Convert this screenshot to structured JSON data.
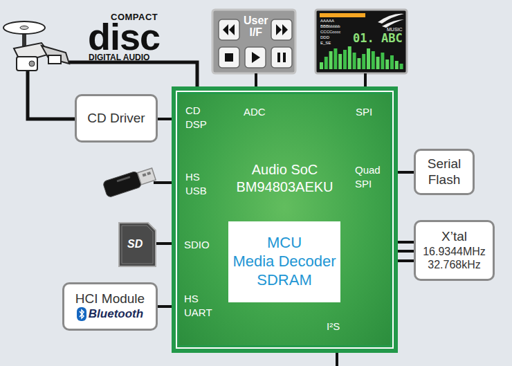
{
  "diagram": {
    "nodes": [
      {
        "text": [
          "User I/F"
        ]
      },
      {
        "text": [
          "AAAAA",
          "BBBbbbbb",
          "CCCCcccc",
          "DDD",
          "E_SE",
          "MUSIC",
          "01. ABC"
        ]
      },
      {
        "text": [
          "CD Driver"
        ]
      },
      {
        "text": [
          "Audio SoC",
          "BM94803AEKU"
        ]
      },
      {
        "text": [
          "MCU",
          "Media Decoder",
          "SDRAM"
        ],
        "in": 3
      },
      {
        "text": [
          "Serial Flash"
        ]
      },
      {
        "text": [
          "X’tal",
          "16.9344MHz",
          "32.768kHz"
        ]
      },
      {
        "text": [
          "HCI Module",
          "Bluetooth"
        ]
      }
    ],
    "edges": [
      {
        "from": 2,
        "to": 3,
        "arrow": "none"
      },
      {
        "from": 0,
        "to": 3,
        "arrow": "none"
      },
      {
        "from": 1,
        "to": 3,
        "arrow": "none"
      },
      {
        "from": 5,
        "to": 3,
        "arrow": "none"
      },
      {
        "from": 6,
        "to": 3,
        "arrow": "none"
      },
      {
        "from": 7,
        "to": 3,
        "arrow": "none"
      }
    ],
    "labels": [
      "COMPACT",
      "disc",
      "DIGITAL AUDIO",
      "CD DSP",
      "HS USB",
      "SDIO",
      "HS UART",
      "ADC",
      "SPI",
      "Quad SPI",
      "I²S",
      "SD"
    ]
  }
}
